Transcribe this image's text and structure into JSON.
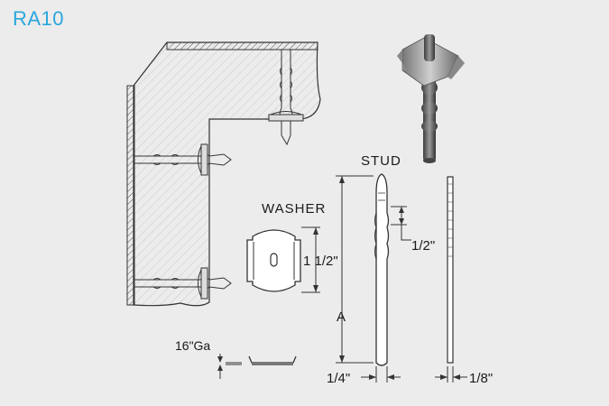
{
  "title": "RA10",
  "colors": {
    "brand": "#2aa6dd",
    "line": "#333333",
    "background": "#ececec"
  },
  "labels": {
    "stud": "STUD",
    "washer": "WASHER",
    "washer_dimension": "1 1/2\"",
    "stud_pitch": "1/2\"",
    "stud_length": "A",
    "stud_diameter": "1/4\"",
    "stud_thickness": "1/8\"",
    "washer_gauge": "16\"Ga"
  }
}
